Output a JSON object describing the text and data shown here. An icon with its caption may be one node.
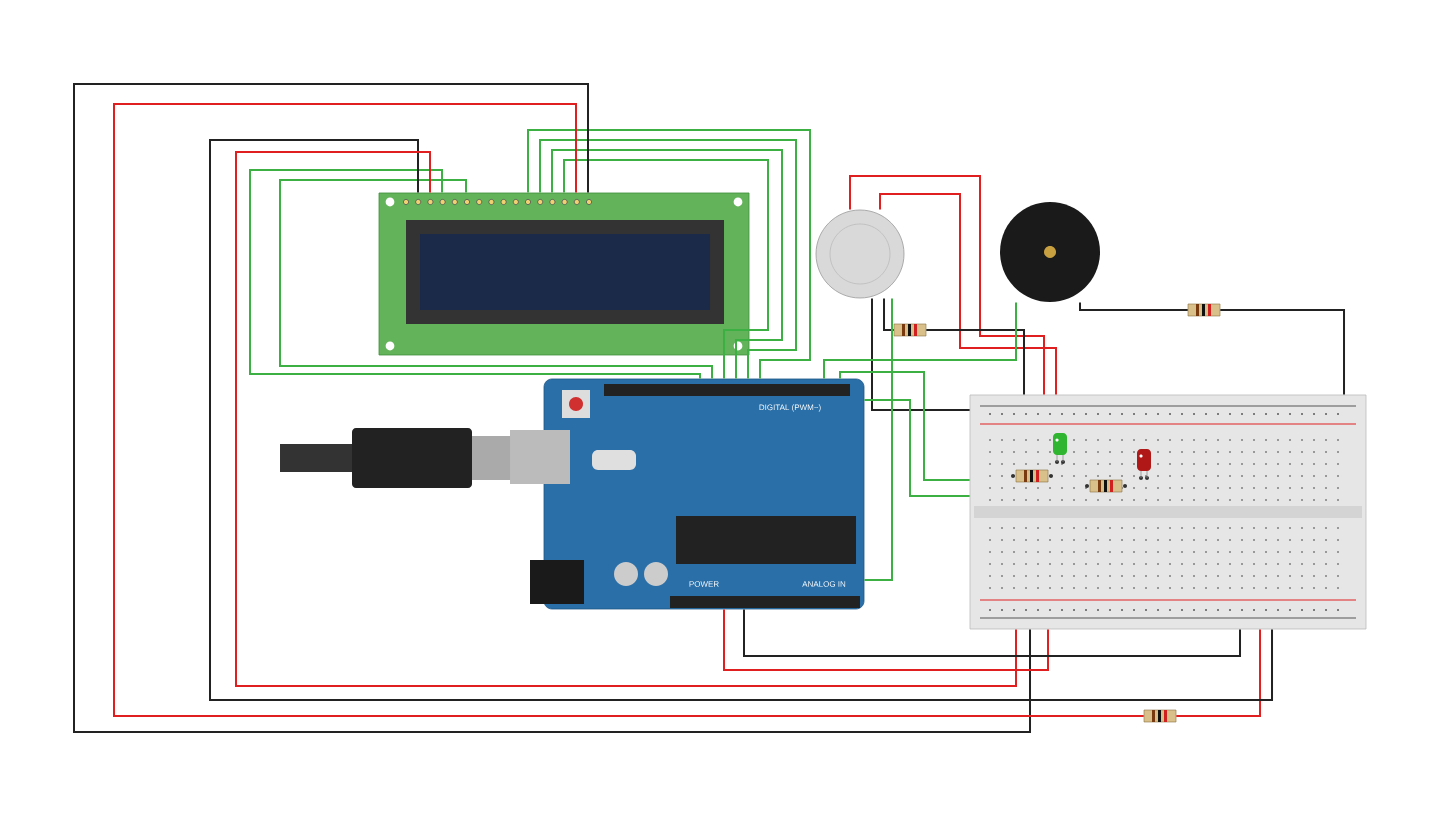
{
  "diagram": {
    "nodes": [
      {
        "text": [],
        "shape": "picture"
      },
      {
        "text": [],
        "shape": "picture"
      },
      {
        "text": [],
        "shape": "picture"
      },
      {
        "text": [],
        "shape": "picture"
      },
      {
        "text": [],
        "shape": "picture"
      },
      {
        "text": [],
        "shape": "picture",
        "in": 4
      },
      {
        "text": [],
        "shape": "picture",
        "in": 4
      },
      {
        "text": [],
        "shape": "picture"
      },
      {
        "text": [],
        "shape": "picture"
      },
      {
        "text": [],
        "shape": "picture"
      },
      {
        "text": [],
        "shape": "picture",
        "in": 4
      },
      {
        "text": [],
        "shape": "picture",
        "in": 4
      }
    ],
    "edges": [
      {
        "from": 1,
        "to": 0,
        "arrow": "none",
        "color": "#3cb043"
      },
      {
        "from": 1,
        "to": 0,
        "arrow": "none",
        "color": "#3cb043"
      },
      {
        "from": 1,
        "to": 0,
        "arrow": "none",
        "color": "#3cb043"
      },
      {
        "from": 1,
        "to": 0,
        "arrow": "none",
        "color": "#3cb043"
      },
      {
        "from": 1,
        "to": 0,
        "arrow": "none",
        "color": "#3cb043"
      },
      {
        "from": 1,
        "to": 0,
        "arrow": "none",
        "color": "#3cb043"
      },
      {
        "from": 1,
        "to": 4,
        "arrow": "none",
        "color": "#222222"
      },
      {
        "from": 1,
        "to": 9,
        "arrow": "none",
        "color": "#e02020"
      },
      {
        "from": 9,
        "to": 4,
        "arrow": "none",
        "color": "#e02020"
      },
      {
        "from": 1,
        "to": 4,
        "arrow": "none",
        "color": "#222222"
      },
      {
        "from": 1,
        "to": 4,
        "arrow": "none",
        "color": "#e02020"
      },
      {
        "from": 0,
        "to": 4,
        "arrow": "none",
        "color": "#e02020"
      },
      {
        "from": 0,
        "to": 4,
        "arrow": "none",
        "color": "#222222"
      },
      {
        "from": 2,
        "to": 4,
        "arrow": "none",
        "color": "#e02020"
      },
      {
        "from": 2,
        "to": 4,
        "arrow": "none",
        "color": "#e02020"
      },
      {
        "from": 2,
        "to": 7,
        "arrow": "none",
        "color": "#222222"
      },
      {
        "from": 7,
        "to": 4,
        "arrow": "none",
        "color": "#222222"
      },
      {
        "from": 2,
        "to": 4,
        "arrow": "none",
        "color": "#222222"
      },
      {
        "from": 2,
        "to": 0,
        "arrow": "none",
        "color": "#3cb043"
      },
      {
        "from": 3,
        "to": 8,
        "arrow": "none",
        "color": "#222222"
      },
      {
        "from": 8,
        "to": 4,
        "arrow": "none",
        "color": "#222222"
      },
      {
        "from": 3,
        "to": 0,
        "arrow": "none",
        "color": "#3cb043"
      },
      {
        "from": 0,
        "to": 4,
        "arrow": "none",
        "color": "#3cb043"
      },
      {
        "from": 0,
        "to": 4,
        "arrow": "none",
        "color": "#3cb043"
      }
    ],
    "labels": [
      "DIGITAL (PWM~)",
      "POWER",
      "ANALOG IN"
    ]
  }
}
